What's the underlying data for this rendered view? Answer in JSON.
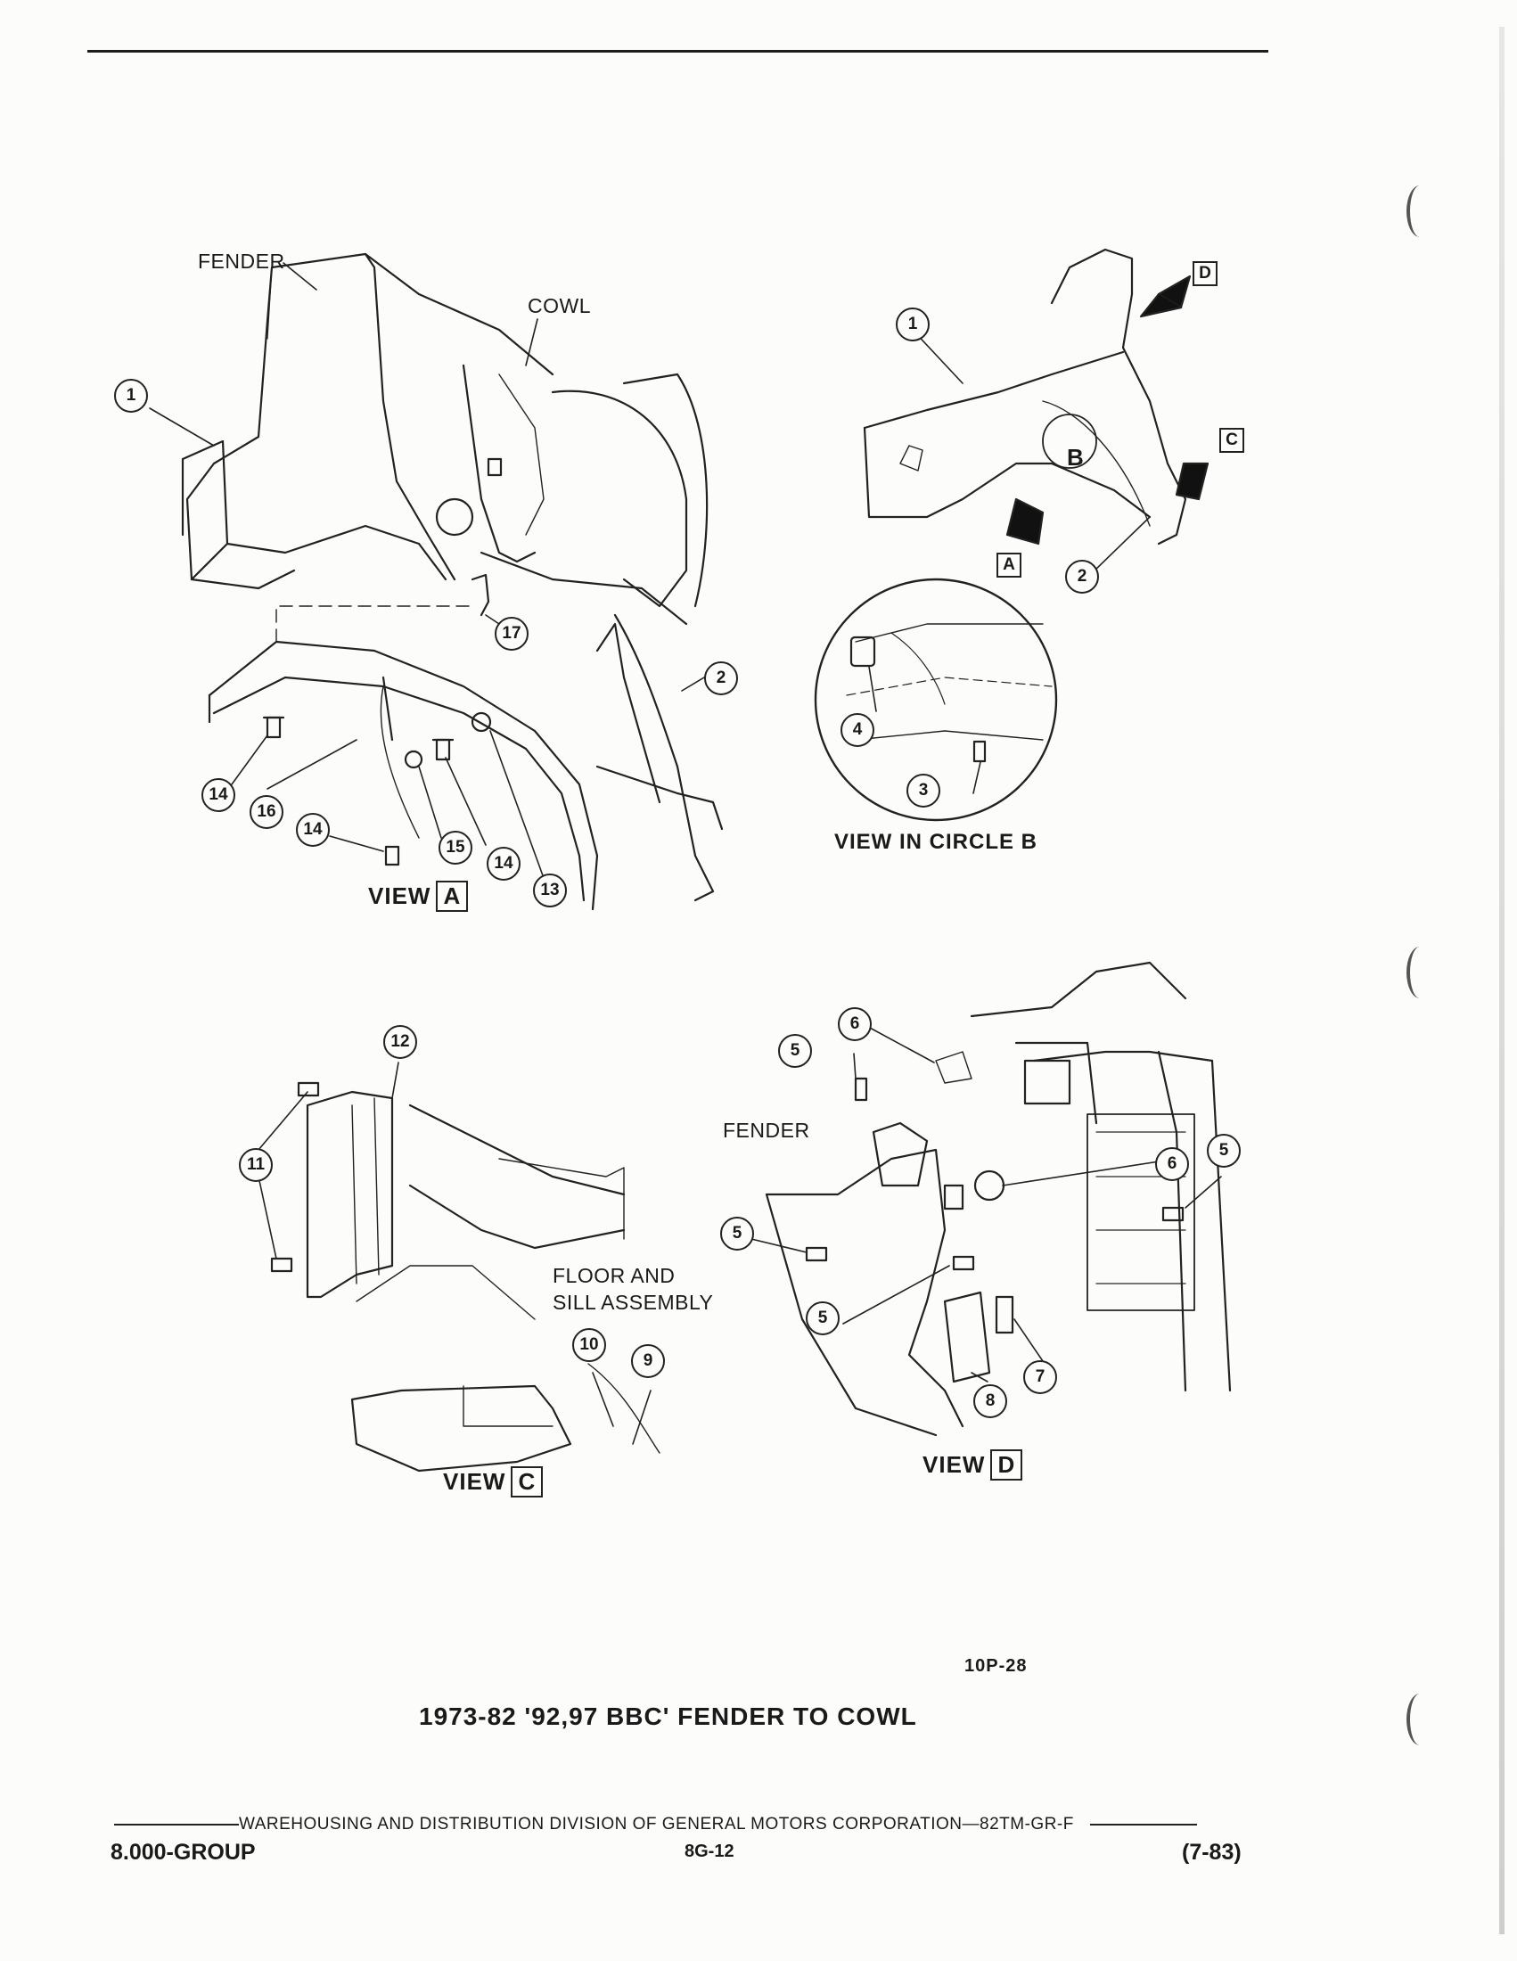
{
  "views": {
    "a": {
      "labels": {
        "fender": "FENDER",
        "cowl": "COWL"
      },
      "view_text": "VIEW",
      "view_letter": "A",
      "callouts": [
        "1",
        "17",
        "2",
        "14",
        "16",
        "14",
        "15",
        "14",
        "13"
      ]
    },
    "b": {
      "callouts": [
        "1",
        "2",
        "4",
        "3"
      ],
      "circle_label": "B",
      "arrows": [
        "D",
        "C",
        "A"
      ],
      "caption": "VIEW IN CIRCLE B"
    },
    "c": {
      "labels": {
        "floor_line1": "FLOOR AND",
        "floor_line2": "SILL ASSEMBLY"
      },
      "callouts": [
        "12",
        "11",
        "10",
        "9"
      ],
      "view_text": "VIEW",
      "view_letter": "C"
    },
    "d": {
      "labels": {
        "fender": "FENDER"
      },
      "callouts": [
        "6",
        "5",
        "6",
        "5",
        "5",
        "5",
        "7",
        "8"
      ],
      "view_text": "VIEW",
      "view_letter": "D"
    }
  },
  "figure_number": "10P-28",
  "caption": "1973-82 '92,97 BBC' FENDER TO COWL",
  "footer": {
    "line": "WAREHOUSING AND DISTRIBUTION DIVISION OF GENERAL MOTORS CORPORATION—82TM-GR-F",
    "group": "8.000-GROUP",
    "page": "8G-12",
    "date": "(7-83)"
  }
}
